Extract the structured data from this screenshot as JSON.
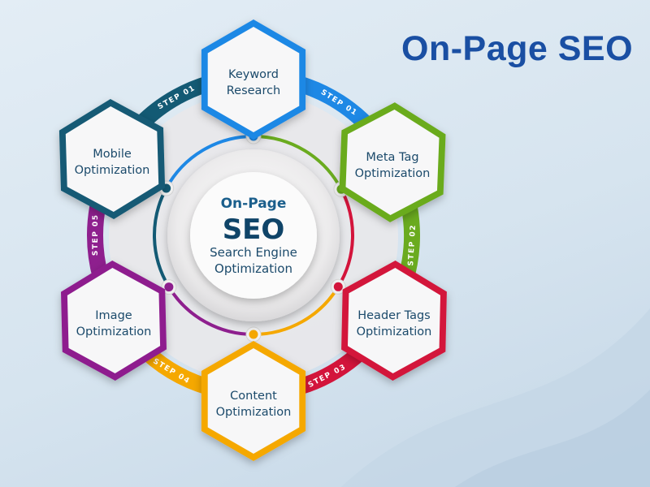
{
  "title": "On-Page SEO",
  "center": {
    "line1": "On-Page",
    "line2": "SEO",
    "line3": "Search Engine",
    "line4": "Optimization"
  },
  "nodes": [
    {
      "name": "keyword-research",
      "lines": [
        "Keyword",
        "Research"
      ],
      "color": "#1e88e5"
    },
    {
      "name": "meta-tag-optimization",
      "lines": [
        "Meta Tag",
        "Optimization"
      ],
      "color": "#6aab1f"
    },
    {
      "name": "header-tags-optimization",
      "lines": [
        "Header Tags",
        "Optimization"
      ],
      "color": "#d3143b"
    },
    {
      "name": "content-optimization",
      "lines": [
        "Content",
        "Optimization"
      ],
      "color": "#f5a800"
    },
    {
      "name": "image-optimization",
      "lines": [
        "Image",
        "Optimization"
      ],
      "color": "#8e1f8e"
    },
    {
      "name": "mobile-optimization",
      "lines": [
        "Mobile",
        "Optimization"
      ],
      "color": "#135a74"
    }
  ],
  "steps": [
    {
      "label": "STEP 01",
      "color": "#1e88e5"
    },
    {
      "label": "STEP 02",
      "color": "#6aab1f"
    },
    {
      "label": "STEP 03",
      "color": "#d3143b"
    },
    {
      "label": "STEP 04",
      "color": "#f5a800"
    },
    {
      "label": "STEP 05",
      "color": "#8e1f8e"
    },
    {
      "label": "STEP 01",
      "color": "#135a74"
    }
  ]
}
